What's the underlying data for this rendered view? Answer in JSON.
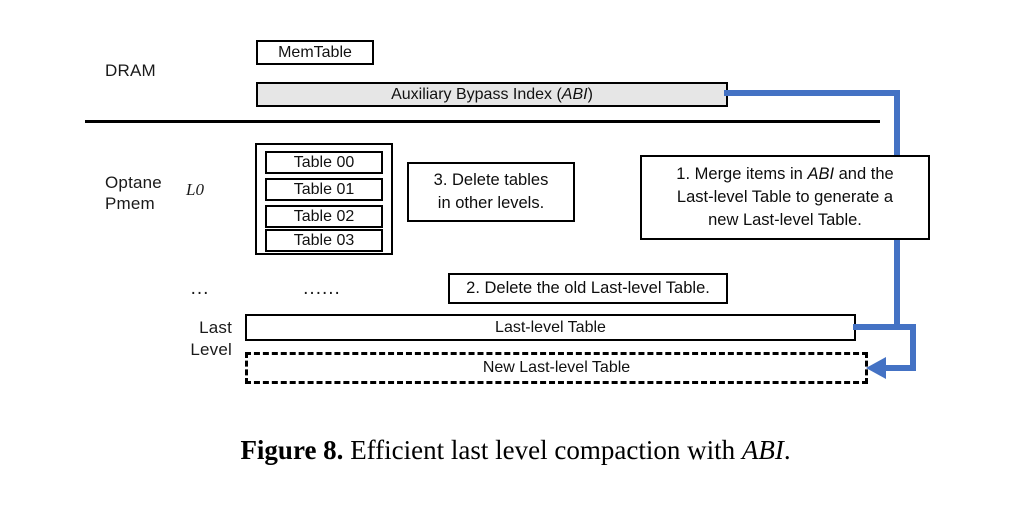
{
  "figure": {
    "caption_label": "Figure 8.",
    "caption_text": " Efficient last level compaction with ",
    "caption_emphasis": "ABI",
    "caption_end": "."
  },
  "colors": {
    "connector_blue": "#4472C4",
    "abi_fill": "#E6E6E6",
    "outline": "#000000",
    "background": "#FFFFFF"
  },
  "tiers": [
    {
      "id": "dram",
      "label": "DRAM"
    },
    {
      "id": "optane",
      "label_line1": "Optane",
      "label_line2": "Pmem"
    },
    {
      "id": "last",
      "label_line1": "Last",
      "label_line2": "Level"
    }
  ],
  "dram": {
    "memtable": "MemTable",
    "abi_prefix": "Auxiliary Bypass Index (",
    "abi_emphasis": "ABI",
    "abi_suffix": ")"
  },
  "optane": {
    "level_label": "L0",
    "tables": [
      "Table 00",
      "Table 01",
      "Table 02",
      "Table 03"
    ],
    "ellipsis_level": "...",
    "ellipsis_tables": "......"
  },
  "last_level": {
    "old_table": "Last-level Table",
    "new_table": "New Last-level Table"
  },
  "steps": [
    {
      "id": "step-1",
      "line1_prefix": "1. Merge items in ",
      "line1_emphasis": "ABI",
      "line1_suffix": " and the",
      "line2": "Last-level Table to generate a",
      "line3": "new Last-level Table."
    },
    {
      "id": "step-2",
      "text": "2. Delete the old Last-level Table."
    },
    {
      "id": "step-3",
      "line1": "3. Delete tables",
      "line2": "in other levels."
    }
  ]
}
